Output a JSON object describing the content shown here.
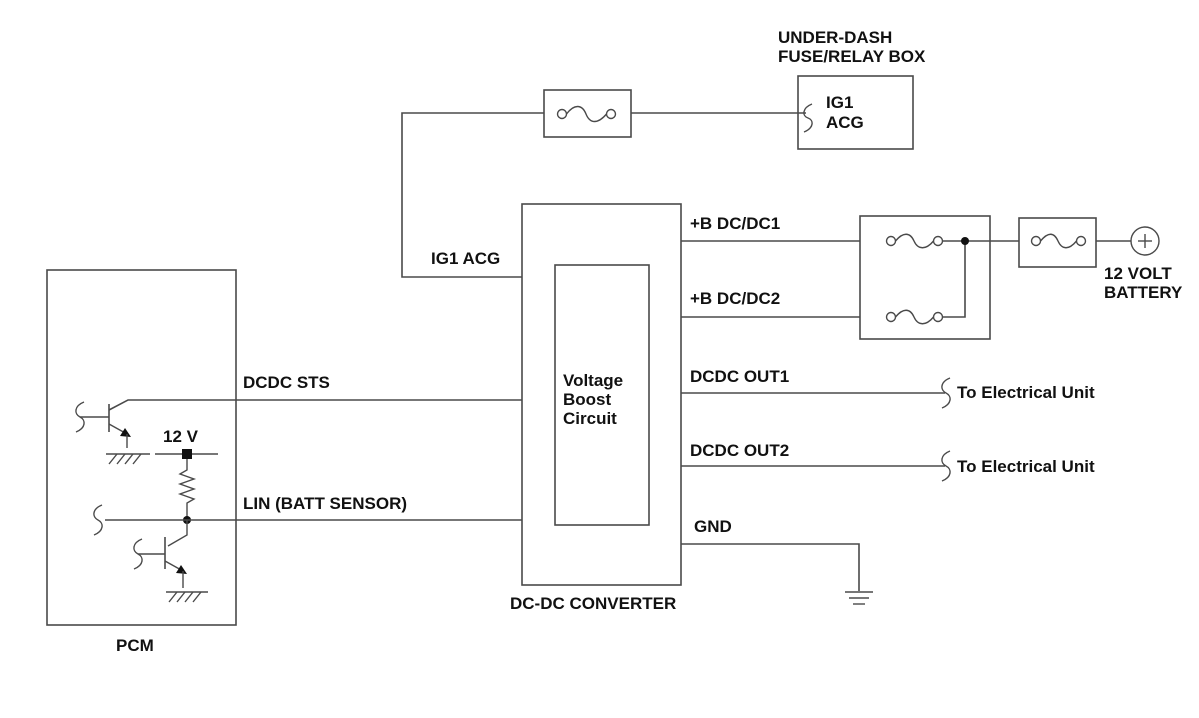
{
  "labels": {
    "fuse_box_title_1": "UNDER-DASH",
    "fuse_box_title_2": "FUSE/RELAY BOX",
    "fuse_box_ig1": "IG1",
    "fuse_box_acg": "ACG",
    "conv_ig1_acg": "IG1 ACG",
    "b_dcdc1": "+B DC/DC1",
    "b_dcdc2": "+B DC/DC2",
    "battery_1": "12 VOLT",
    "battery_2": "BATTERY",
    "dcdc_sts": "DCDC STS",
    "dcdc_out1": "DCDC OUT1",
    "dcdc_out2": "DCDC OUT2",
    "to_unit_1": "To Electrical Unit",
    "to_unit_2": "To Electrical Unit",
    "boost_1": "Voltage",
    "boost_2": "Boost",
    "boost_3": "Circuit",
    "pcm_12v": "12 V",
    "lin": "LIN (BATT SENSOR)",
    "gnd": "GND",
    "converter": "DC-DC CONVERTER",
    "pcm": "PCM"
  },
  "colors": {
    "line": "#4a4a4a",
    "text": "#111111"
  }
}
